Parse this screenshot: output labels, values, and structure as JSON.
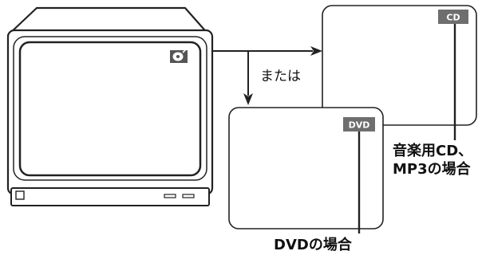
{
  "labels": {
    "or": "または",
    "cd_badge": "CD",
    "dvd_badge": "DVD",
    "music_cd_line1": "音楽用CD、",
    "music_cd_line2": "MP3の場合",
    "dvd_case": "DVDの場合"
  },
  "icons": {
    "disc": "disc-icon",
    "arrow": "arrow-head-icon"
  },
  "colors": {
    "stroke": "#222222",
    "badge_bg": "#6e6e6e",
    "badge_text": "#ffffff"
  }
}
